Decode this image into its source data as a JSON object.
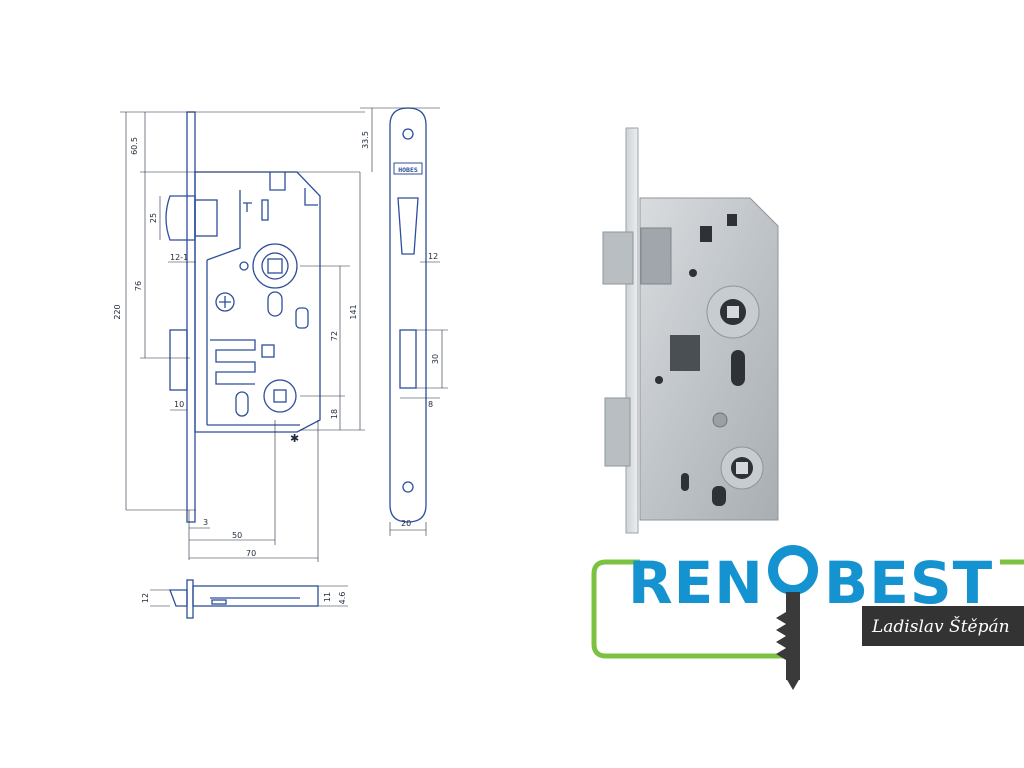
{
  "drawing": {
    "brand_stamp": "HOBES",
    "dimensions": {
      "d_60_5": "60.5",
      "d_25": "25",
      "d_12_1": "12-1",
      "d_76": "76",
      "d_220": "220",
      "d_10": "10",
      "d_3": "3",
      "d_50": "50",
      "d_70": "70",
      "d_72": "72",
      "d_141": "141",
      "d_18": "18",
      "d_star": "✱",
      "d_33_5": "33.5",
      "d_12_face": "12",
      "d_30": "30",
      "d_8": "8",
      "d_20": "20",
      "d_12_side": "12",
      "d_11": "11",
      "d_4_6": "4.6"
    }
  },
  "logo": {
    "brand_left": "REN",
    "brand_right": "BEST",
    "owner": "Ladislav Štěpán",
    "colors": {
      "blue": "#1593d0",
      "green": "#7cc142",
      "dark": "#333333",
      "key": "#3a3a3a"
    }
  }
}
